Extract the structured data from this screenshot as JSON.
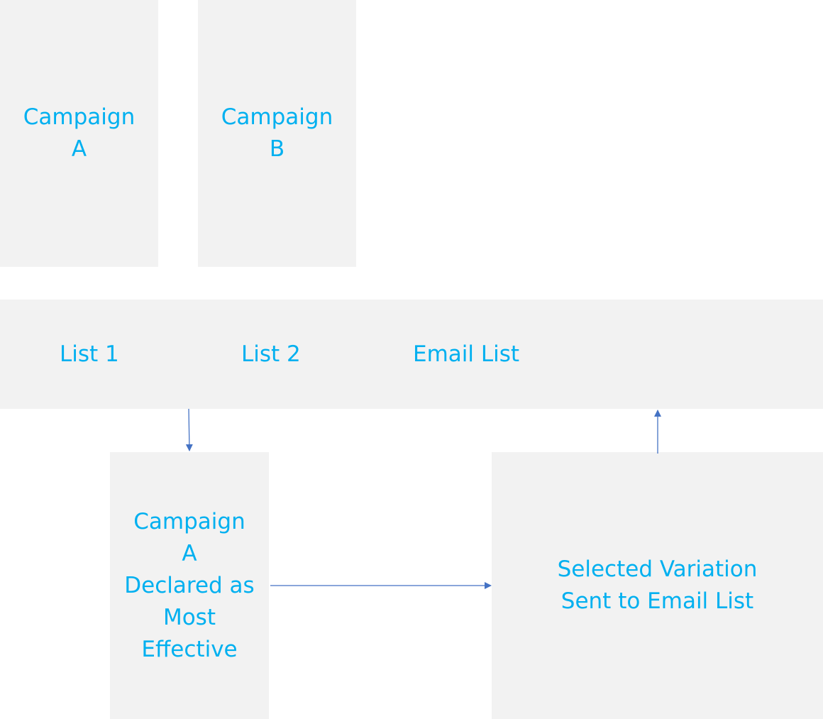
{
  "colors": {
    "box_fill": "#f2f2f2",
    "text": "#00b0f0",
    "arrow": "#4472c4"
  },
  "nodes": {
    "campaign_a": "Campaign\nA",
    "campaign_b": "Campaign\nB",
    "campaign_a_declared": "Campaign\nA\nDeclared as\nMost\nEffective",
    "selected_variation": "Selected Variation\nSent to Email List"
  },
  "lists": {
    "list_1": "List 1",
    "list_2": "List 2",
    "email_list": "Email List"
  }
}
